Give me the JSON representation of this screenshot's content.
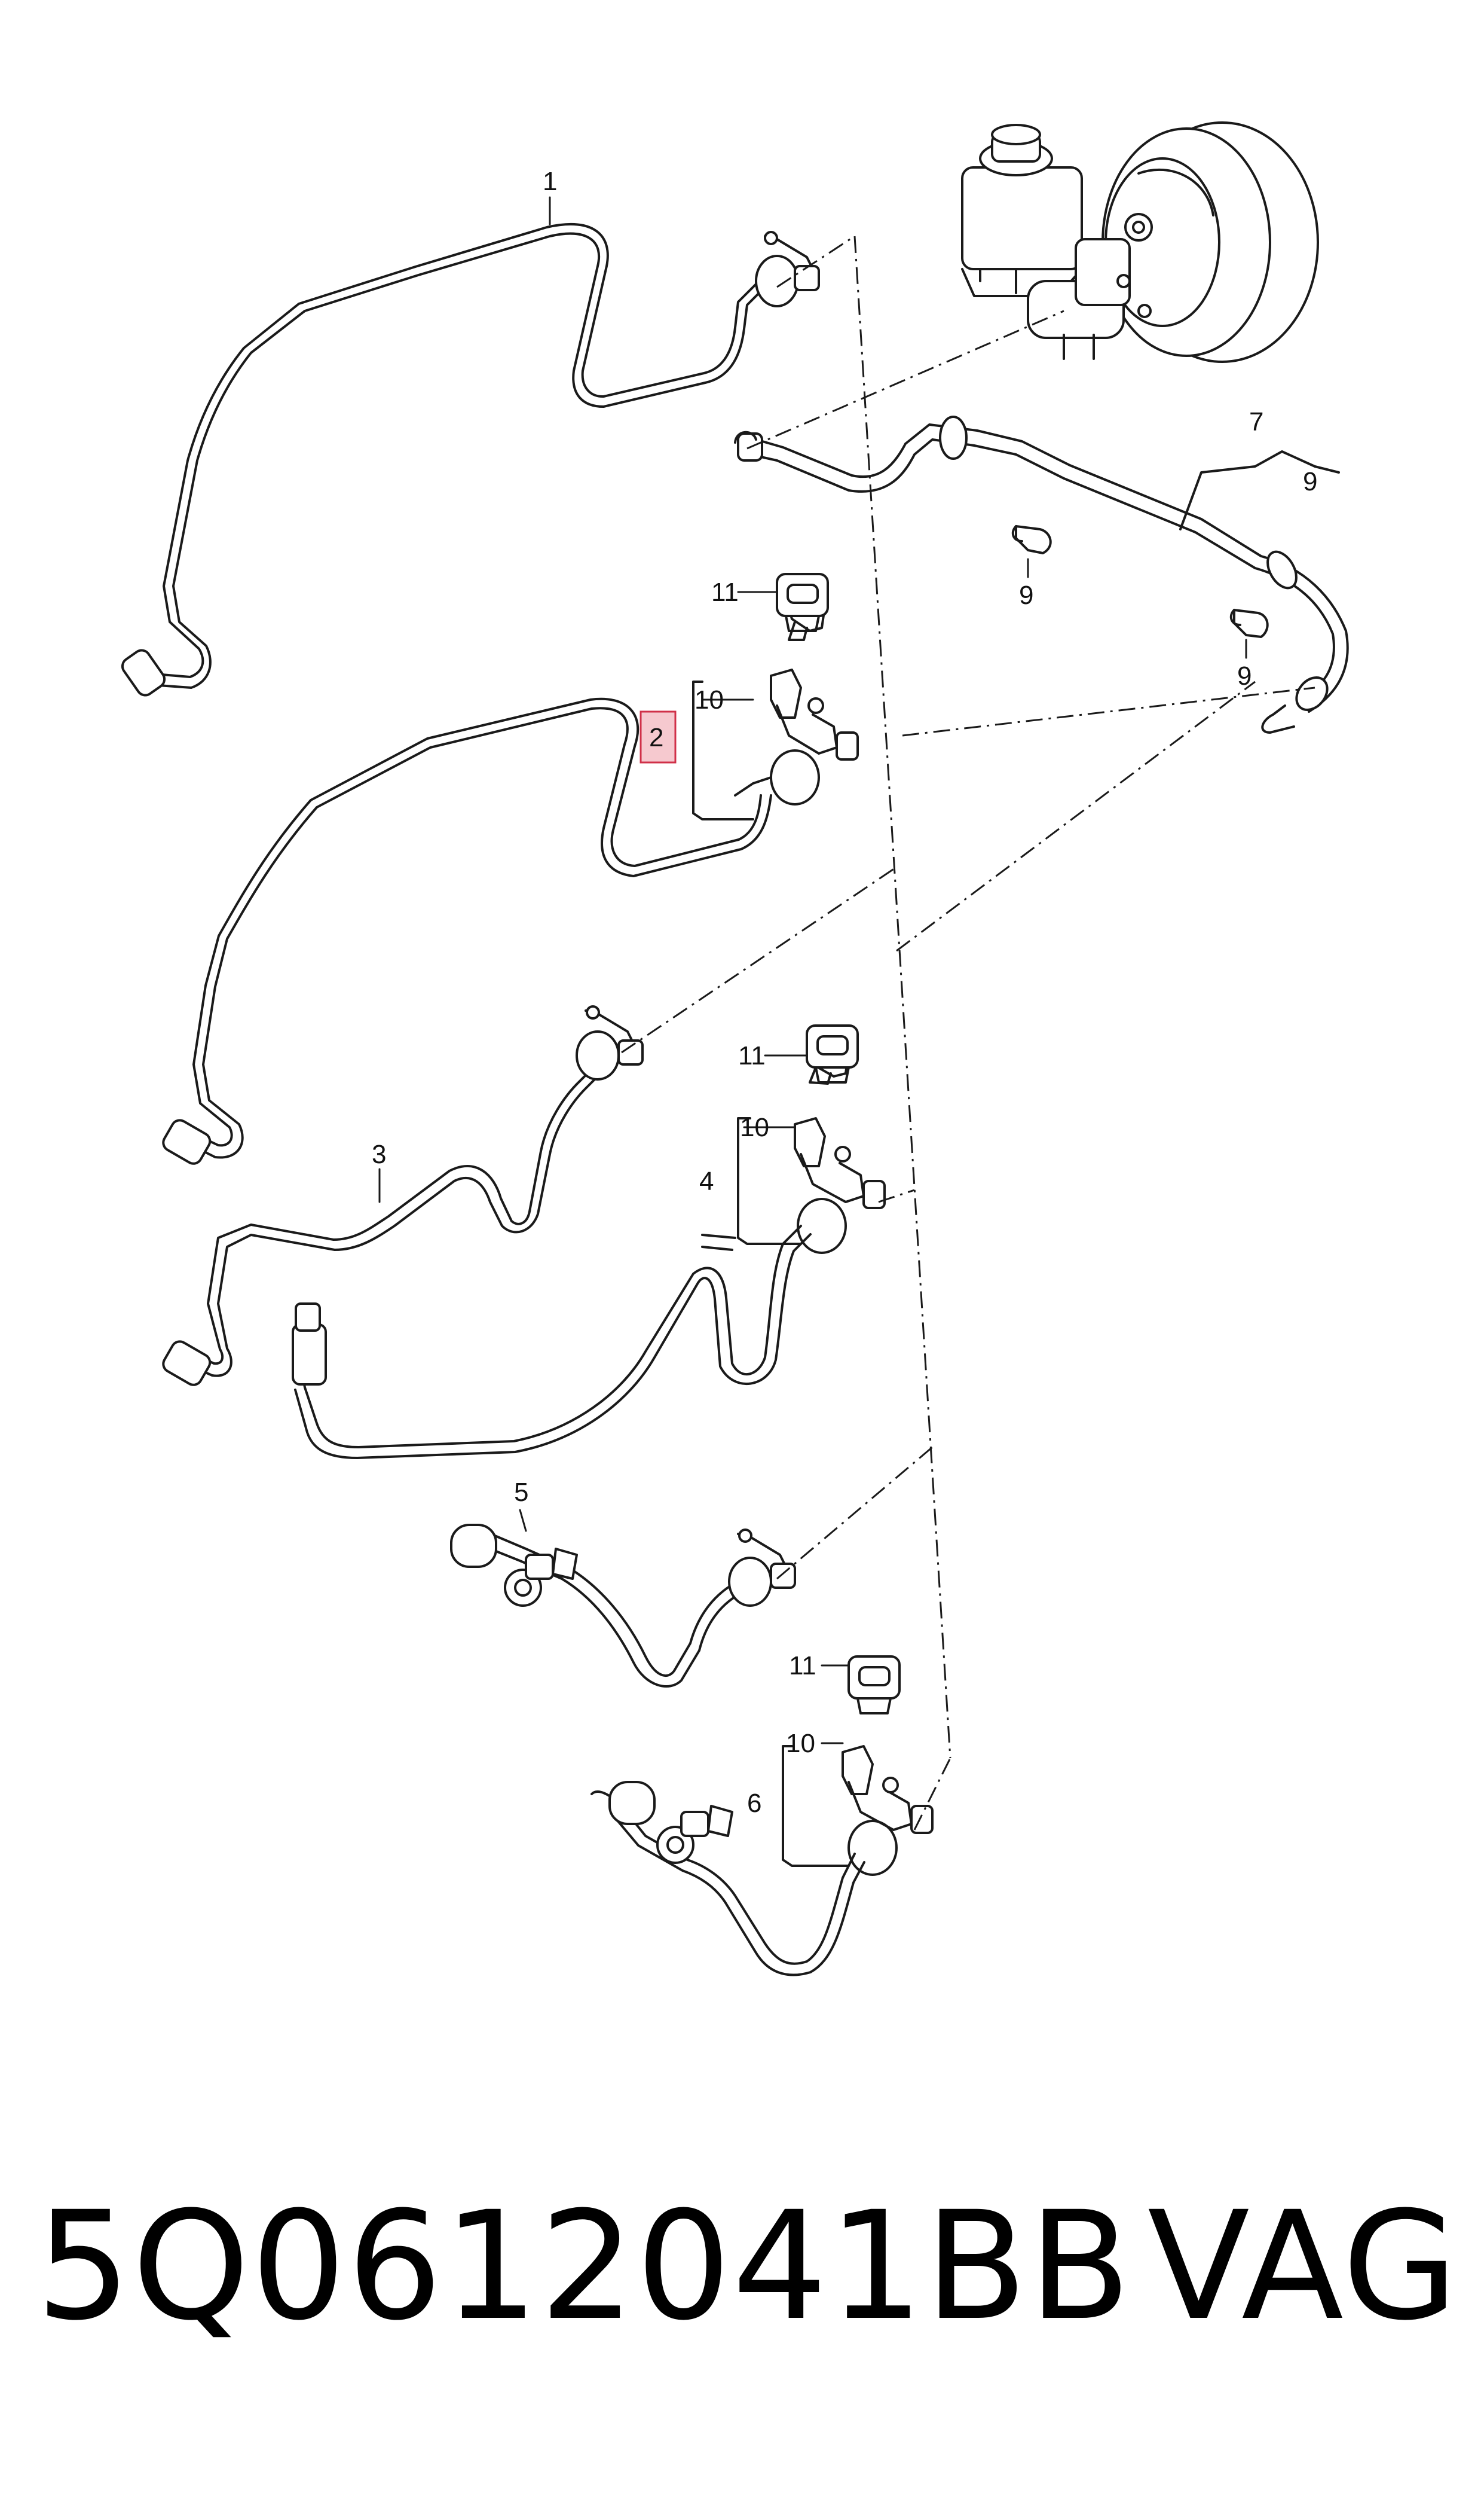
{
  "callouts": {
    "c1": "1",
    "c2": "2",
    "c3": "3",
    "c4": "4",
    "c5": "5",
    "c6": "6",
    "c7": "7",
    "c9a": "9",
    "c9b": "9",
    "c9c": "9",
    "c10a": "10",
    "c10b": "10",
    "c10c": "10",
    "c11a": "11",
    "c11b": "11",
    "c11c": "11"
  },
  "footer": {
    "part_number": "5Q0612041BB",
    "brand": "VAG"
  },
  "colors": {
    "line": "#1a1a1a",
    "highlight_fill": "#f6c9cf",
    "highlight_stroke": "#d03048"
  }
}
